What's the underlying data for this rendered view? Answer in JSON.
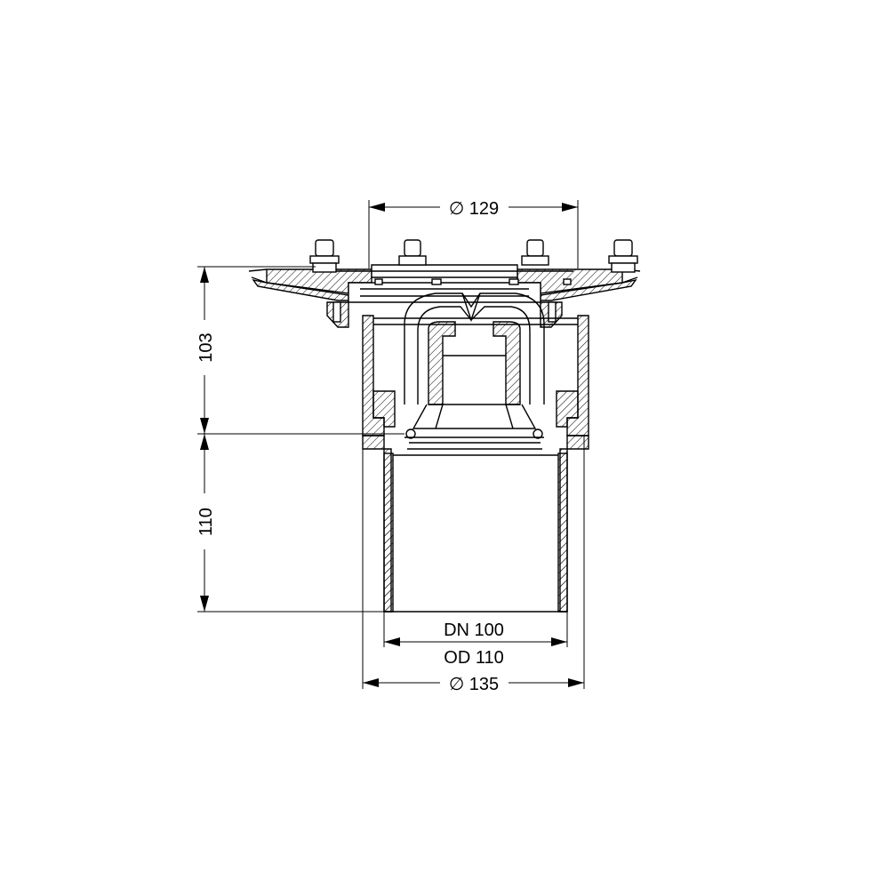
{
  "dimensions": {
    "top_diameter": "∅ 129",
    "body_diameter": "∅ 135",
    "upper_height": "103",
    "lower_height": "110",
    "nominal_size": "DN 100",
    "outer_diameter": "OD 110"
  }
}
